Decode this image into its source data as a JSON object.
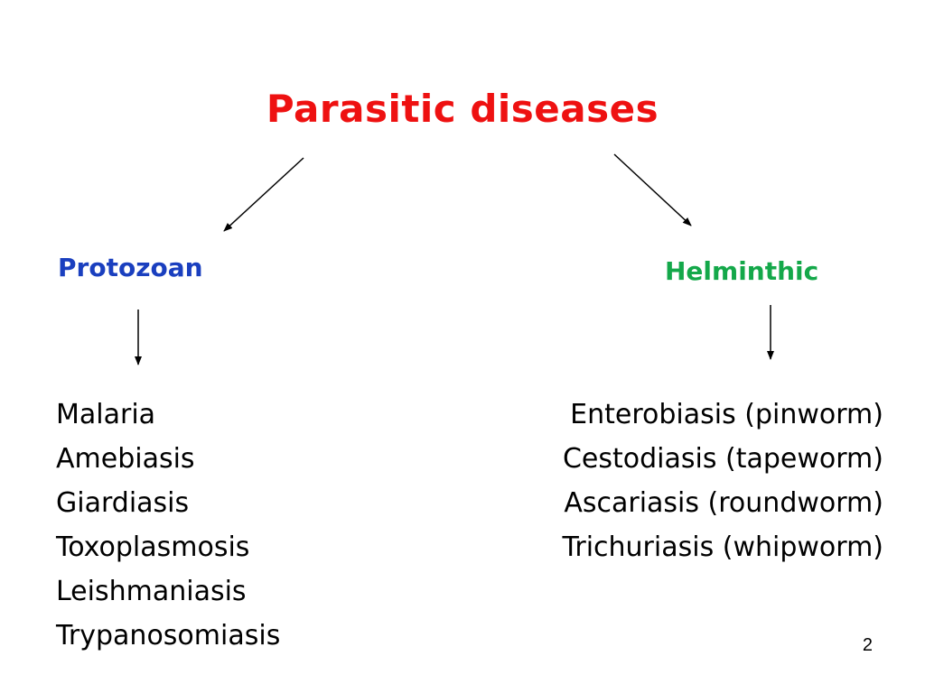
{
  "title": "Parasitic diseases",
  "categories": {
    "left": "Protozoan",
    "right": "Helminthic"
  },
  "lists": {
    "left": [
      "Malaria",
      "Amebiasis",
      "Giardiasis",
      "Toxoplasmosis",
      "Leishmaniasis",
      "Trypanosomiasis"
    ],
    "right": [
      "Enterobiasis (pinworm)",
      "Cestodiasis (tapeworm)",
      "Ascariasis (roundworm)",
      "Trichuriasis (whipworm)"
    ]
  },
  "page_number": "2",
  "colors": {
    "title": "#ee1111",
    "left_category": "#1a3fbf",
    "right_category": "#14a84a",
    "text": "#000000"
  }
}
